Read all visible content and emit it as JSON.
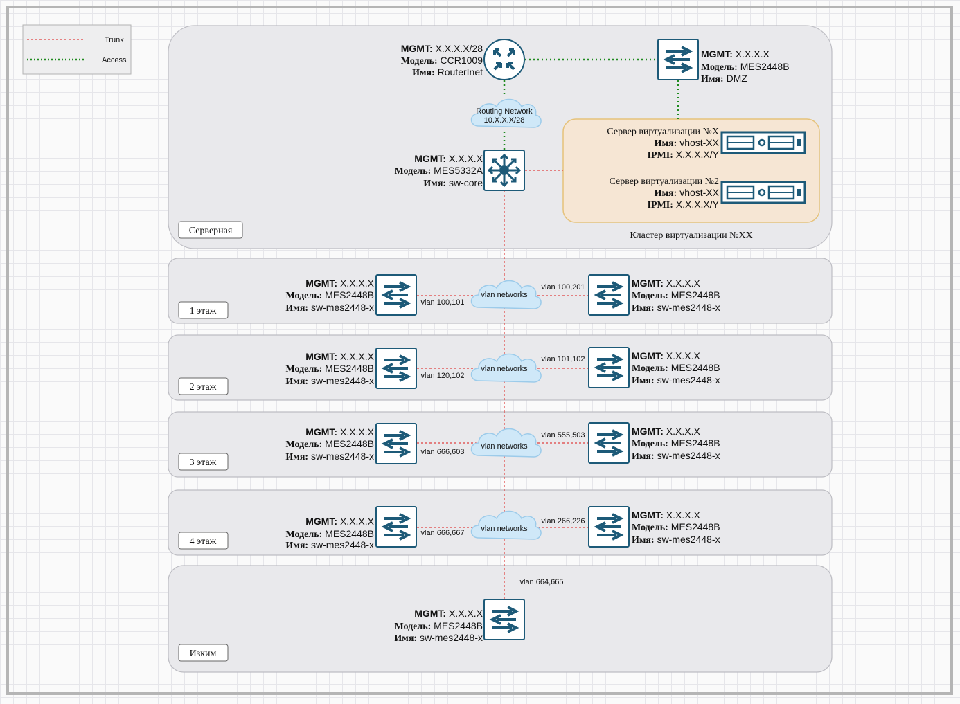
{
  "legend": {
    "trunk_label": "Trunk",
    "access_label": "Access",
    "trunk_color": "#e04040",
    "access_color": "#1e8a1e"
  },
  "colors": {
    "device": "#1d5a78",
    "zone_bg": "#e9e9ec",
    "cluster_bg": "#f6e6d4",
    "cluster_border": "#e6c27a"
  },
  "router": {
    "mgmt_key": "MGMT:",
    "mgmt_val": "X.X.X.X/28",
    "model_key": "Модель:",
    "model_val": "CCR1009",
    "name_key": "Имя:",
    "name_val": "RouterInet"
  },
  "dmz": {
    "mgmt_key": "MGMT:",
    "mgmt_val": "X.X.X.X",
    "model_key": "Модель:",
    "model_val": "MES2448B",
    "name_key": "Имя:",
    "name_val": "DMZ"
  },
  "routing_cloud": {
    "line1": "Routing Network",
    "line2": "10.X.X.X/28"
  },
  "core": {
    "mgmt_key": "MGMT:",
    "mgmt_val": "X.X.X.X",
    "model_key": "Модель:",
    "model_val": "MES5332A",
    "name_key": "Имя:",
    "name_val": "sw-core"
  },
  "servers": [
    {
      "title": "Сервер виртуализации №X",
      "name_key": "Имя:",
      "name_val": "vhost-XX",
      "ipmi_key": "IPMI:",
      "ipmi_val": "X.X.X.X/Y"
    },
    {
      "title": "Сервер виртуализации №2",
      "name_key": "Имя:",
      "name_val": "vhost-XX",
      "ipmi_key": "IPMI:",
      "ipmi_val": "X.X.X.X/Y"
    }
  ],
  "cluster_label": "Кластер виртуализации №XX",
  "server_room_label": "Серверная",
  "floors": [
    {
      "label": "1 этаж",
      "cloud": "vlan networks",
      "left_vlan": "vlan 100,101",
      "right_vlan": "vlan 100,201",
      "left": {
        "mgmt_key": "MGMT:",
        "mgmt_val": "X.X.X.X",
        "model_key": "Модель:",
        "model_val": "MES2448B",
        "name_key": "Имя:",
        "name_val": "sw-mes2448-x"
      },
      "right": {
        "mgmt_key": "MGMT:",
        "mgmt_val": "X.X.X.X",
        "model_key": "Модель:",
        "model_val": "MES2448B",
        "name_key": "Имя:",
        "name_val": "sw-mes2448-x"
      }
    },
    {
      "label": "2 этаж",
      "cloud": "vlan networks",
      "left_vlan": "vlan 120,102",
      "right_vlan": "vlan 101,102",
      "left": {
        "mgmt_key": "MGMT:",
        "mgmt_val": "X.X.X.X",
        "model_key": "Модель:",
        "model_val": "MES2448B",
        "name_key": "Имя:",
        "name_val": "sw-mes2448-x"
      },
      "right": {
        "mgmt_key": "MGMT:",
        "mgmt_val": "X.X.X.X",
        "model_key": "Модель:",
        "model_val": "MES2448B",
        "name_key": "Имя:",
        "name_val": "sw-mes2448-x"
      }
    },
    {
      "label": "3 этаж",
      "cloud": "vlan networks",
      "left_vlan": "vlan 666,603",
      "right_vlan": "vlan 555,503",
      "left": {
        "mgmt_key": "MGMT:",
        "mgmt_val": "X.X.X.X",
        "model_key": "Модель:",
        "model_val": "MES2448B",
        "name_key": "Имя:",
        "name_val": "sw-mes2448-x"
      },
      "right": {
        "mgmt_key": "MGMT:",
        "mgmt_val": "X.X.X.X",
        "model_key": "Модель:",
        "model_val": "MES2448B",
        "name_key": "Имя:",
        "name_val": "sw-mes2448-x"
      }
    },
    {
      "label": "4 этаж",
      "cloud": "vlan networks",
      "left_vlan": "vlan 666,667",
      "right_vlan": "vlan 266,226",
      "left": {
        "mgmt_key": "MGMT:",
        "mgmt_val": "X.X.X.X",
        "model_key": "Модель:",
        "model_val": "MES2448B",
        "name_key": "Имя:",
        "name_val": "sw-mes2448-x"
      },
      "right": {
        "mgmt_key": "MGMT:",
        "mgmt_val": "X.X.X.X",
        "model_key": "Модель:",
        "model_val": "MES2448B",
        "name_key": "Имя:",
        "name_val": "sw-mes2448-x"
      }
    }
  ],
  "izkim": {
    "label": "Изким",
    "vlan": "vlan 664,665",
    "mgmt_key": "MGMT:",
    "mgmt_val": "X.X.X.X",
    "model_key": "Модель:",
    "model_val": "MES2448B",
    "name_key": "Имя:",
    "name_val": "sw-mes2448-x"
  }
}
